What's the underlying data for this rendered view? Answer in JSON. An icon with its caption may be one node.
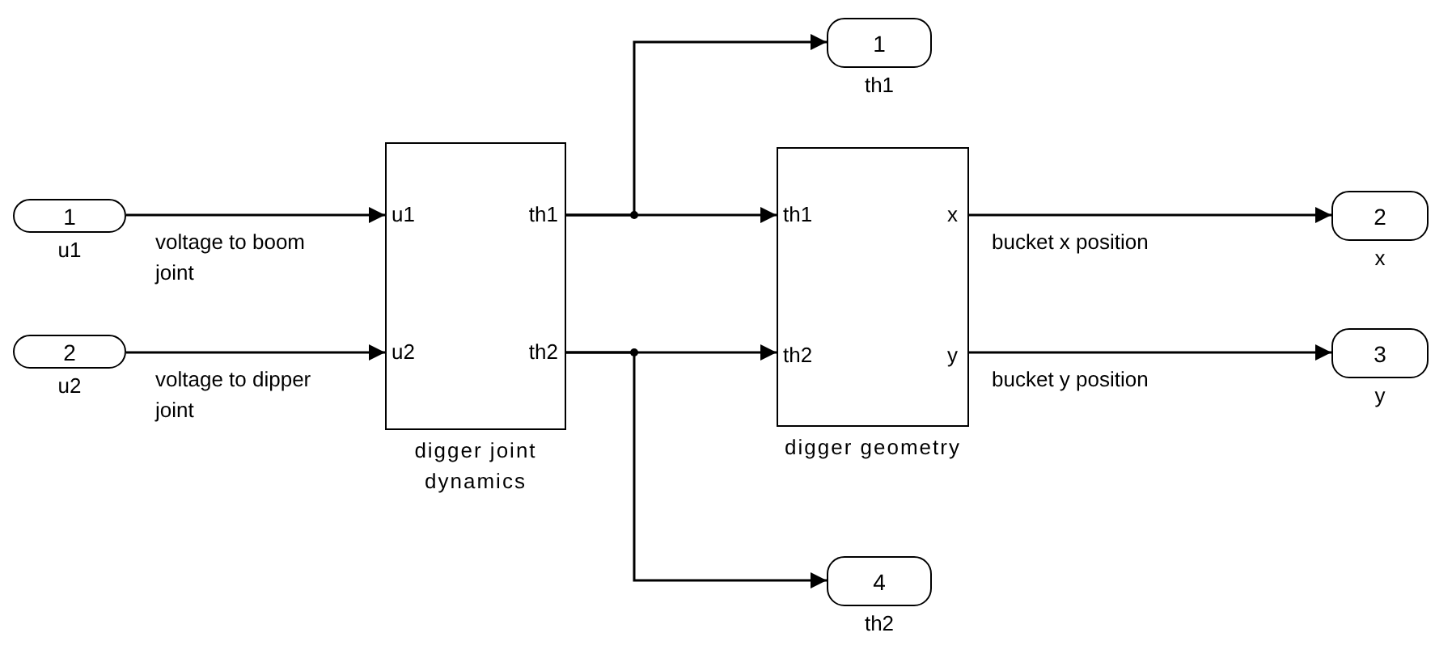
{
  "diagram": {
    "nodes": [
      {
        "text": [
          "1"
        ],
        "beside": [
          "u1"
        ]
      },
      {
        "text": [
          "2"
        ],
        "beside": [
          "u2"
        ]
      },
      {
        "text": [
          "u1",
          "th1",
          "u2",
          "th2",
          "digger joint dynamics"
        ]
      },
      {
        "text": [
          "1"
        ],
        "beside": [
          "th1"
        ]
      },
      {
        "text": [
          "th1",
          "x",
          "th2",
          "y",
          "digger geometry"
        ]
      },
      {
        "text": [
          "2"
        ],
        "beside": [
          "x"
        ]
      },
      {
        "text": [
          "3"
        ],
        "beside": [
          "y"
        ]
      },
      {
        "text": [
          "4"
        ],
        "beside": [
          "th2"
        ]
      }
    ],
    "edges": [
      {
        "from": 0,
        "to": 2,
        "arrow": "to",
        "label": "voltage to boom joint"
      },
      {
        "from": 1,
        "to": 2,
        "arrow": "to",
        "label": "voltage to dipper joint"
      },
      {
        "from": 2,
        "to": 4,
        "arrow": "to"
      },
      {
        "from": 2,
        "to": 3,
        "arrow": "to"
      },
      {
        "from": 2,
        "to": 4,
        "arrow": "to"
      },
      {
        "from": 2,
        "to": 7,
        "arrow": "to"
      },
      {
        "from": 4,
        "to": 5,
        "arrow": "to",
        "label": "bucket x position"
      },
      {
        "from": 4,
        "to": 6,
        "arrow": "to",
        "label": "bucket y position"
      }
    ]
  }
}
